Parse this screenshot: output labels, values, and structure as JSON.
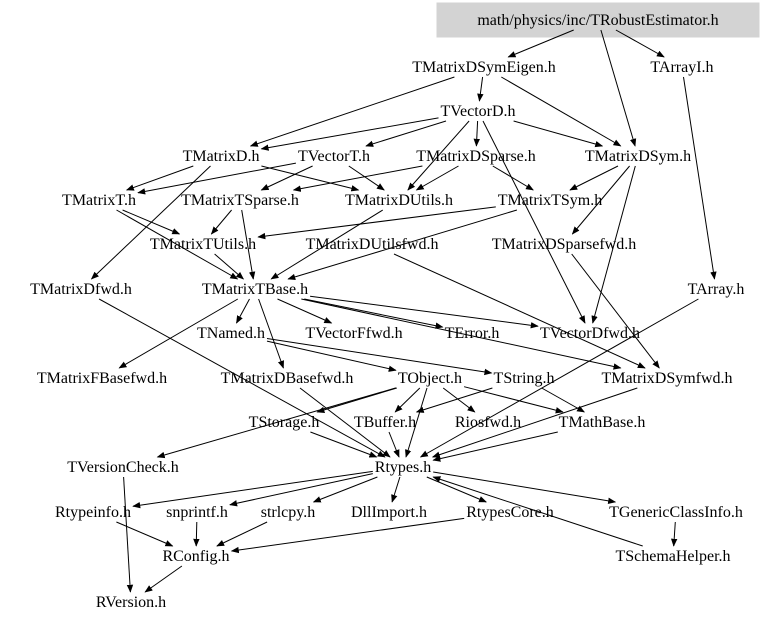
{
  "graph": {
    "root": "math/physics/inc/TRobustEstimator.h",
    "nodes": [
      {
        "id": "n0",
        "label": "math/physics/inc/TRobustEstimator.h"
      },
      {
        "id": "n1",
        "label": "TMatrixDSymEigen.h"
      },
      {
        "id": "n2",
        "label": "TArrayI.h"
      },
      {
        "id": "n3",
        "label": "TVectorD.h"
      },
      {
        "id": "n4",
        "label": "TMatrixD.h"
      },
      {
        "id": "n5",
        "label": "TVectorT.h"
      },
      {
        "id": "n6",
        "label": "TMatrixDSparse.h"
      },
      {
        "id": "n7",
        "label": "TMatrixDSym.h"
      },
      {
        "id": "n8",
        "label": "TMatrixT.h"
      },
      {
        "id": "n9",
        "label": "TMatrixTSparse.h"
      },
      {
        "id": "n10",
        "label": "TMatrixDUtils.h"
      },
      {
        "id": "n11",
        "label": "TMatrixTSym.h"
      },
      {
        "id": "n12",
        "label": "TMatrixTUtils.h"
      },
      {
        "id": "n13",
        "label": "TMatrixDUtilsfwd.h"
      },
      {
        "id": "n14",
        "label": "TMatrixDSparsefwd.h"
      },
      {
        "id": "n15",
        "label": "TMatrixDfwd.h"
      },
      {
        "id": "n16",
        "label": "TMatrixTBase.h"
      },
      {
        "id": "n17",
        "label": "TArray.h"
      },
      {
        "id": "n18",
        "label": "TNamed.h"
      },
      {
        "id": "n19",
        "label": "TVectorFfwd.h"
      },
      {
        "id": "n20",
        "label": "TError.h"
      },
      {
        "id": "n21",
        "label": "TVectorDfwd.h"
      },
      {
        "id": "n22",
        "label": "TMatrixFBasefwd.h"
      },
      {
        "id": "n23",
        "label": "TMatrixDBasefwd.h"
      },
      {
        "id": "n24",
        "label": "TObject.h"
      },
      {
        "id": "n25",
        "label": "TString.h"
      },
      {
        "id": "n26",
        "label": "TMatrixDSymfwd.h"
      },
      {
        "id": "n27",
        "label": "TStorage.h"
      },
      {
        "id": "n28",
        "label": "TBuffer.h"
      },
      {
        "id": "n29",
        "label": "Riosfwd.h"
      },
      {
        "id": "n30",
        "label": "TMathBase.h"
      },
      {
        "id": "n31",
        "label": "TVersionCheck.h"
      },
      {
        "id": "n32",
        "label": "Rtypes.h"
      },
      {
        "id": "n33",
        "label": "Rtypeinfo.h"
      },
      {
        "id": "n34",
        "label": "snprintf.h"
      },
      {
        "id": "n35",
        "label": "strlcpy.h"
      },
      {
        "id": "n36",
        "label": "DllImport.h"
      },
      {
        "id": "n37",
        "label": "RtypesCore.h"
      },
      {
        "id": "n38",
        "label": "TGenericClassInfo.h"
      },
      {
        "id": "n39",
        "label": "RConfig.h"
      },
      {
        "id": "n40",
        "label": "TSchemaHelper.h"
      },
      {
        "id": "n41",
        "label": "RVersion.h"
      }
    ],
    "edges": [
      [
        "n0",
        "n1"
      ],
      [
        "n0",
        "n2"
      ],
      [
        "n0",
        "n7"
      ],
      [
        "n1",
        "n3"
      ],
      [
        "n1",
        "n4"
      ],
      [
        "n1",
        "n7"
      ],
      [
        "n2",
        "n17"
      ],
      [
        "n3",
        "n4"
      ],
      [
        "n3",
        "n5"
      ],
      [
        "n3",
        "n6"
      ],
      [
        "n3",
        "n7"
      ],
      [
        "n3",
        "n10"
      ],
      [
        "n3",
        "n21"
      ],
      [
        "n4",
        "n8"
      ],
      [
        "n4",
        "n10"
      ],
      [
        "n4",
        "n15"
      ],
      [
        "n5",
        "n8"
      ],
      [
        "n5",
        "n9"
      ],
      [
        "n5",
        "n10"
      ],
      [
        "n6",
        "n9"
      ],
      [
        "n6",
        "n10"
      ],
      [
        "n6",
        "n11"
      ],
      [
        "n7",
        "n11"
      ],
      [
        "n7",
        "n14"
      ],
      [
        "n7",
        "n21"
      ],
      [
        "n8",
        "n12"
      ],
      [
        "n8",
        "n16"
      ],
      [
        "n9",
        "n12"
      ],
      [
        "n9",
        "n16"
      ],
      [
        "n10",
        "n16"
      ],
      [
        "n11",
        "n12"
      ],
      [
        "n11",
        "n16"
      ],
      [
        "n12",
        "n16"
      ],
      [
        "n13",
        "n26"
      ],
      [
        "n14",
        "n26"
      ],
      [
        "n15",
        "n32"
      ],
      [
        "n16",
        "n18"
      ],
      [
        "n16",
        "n19"
      ],
      [
        "n16",
        "n20"
      ],
      [
        "n16",
        "n21"
      ],
      [
        "n16",
        "n22"
      ],
      [
        "n16",
        "n23"
      ],
      [
        "n16",
        "n26"
      ],
      [
        "n17",
        "n32"
      ],
      [
        "n18",
        "n24"
      ],
      [
        "n18",
        "n25"
      ],
      [
        "n24",
        "n27"
      ],
      [
        "n24",
        "n28"
      ],
      [
        "n24",
        "n29"
      ],
      [
        "n24",
        "n30"
      ],
      [
        "n24",
        "n31"
      ],
      [
        "n24",
        "n32"
      ],
      [
        "n25",
        "n28"
      ],
      [
        "n25",
        "n30"
      ],
      [
        "n23",
        "n32"
      ],
      [
        "n26",
        "n32"
      ],
      [
        "n27",
        "n32"
      ],
      [
        "n28",
        "n32"
      ],
      [
        "n30",
        "n32"
      ],
      [
        "n31",
        "n41"
      ],
      [
        "n32",
        "n33"
      ],
      [
        "n32",
        "n34"
      ],
      [
        "n32",
        "n35"
      ],
      [
        "n32",
        "n36"
      ],
      [
        "n32",
        "n37"
      ],
      [
        "n32",
        "n38"
      ],
      [
        "n33",
        "n39"
      ],
      [
        "n34",
        "n39"
      ],
      [
        "n35",
        "n39"
      ],
      [
        "n37",
        "n39"
      ],
      [
        "n38",
        "n40"
      ],
      [
        "n39",
        "n41"
      ],
      [
        "n40",
        "n32"
      ]
    ]
  }
}
